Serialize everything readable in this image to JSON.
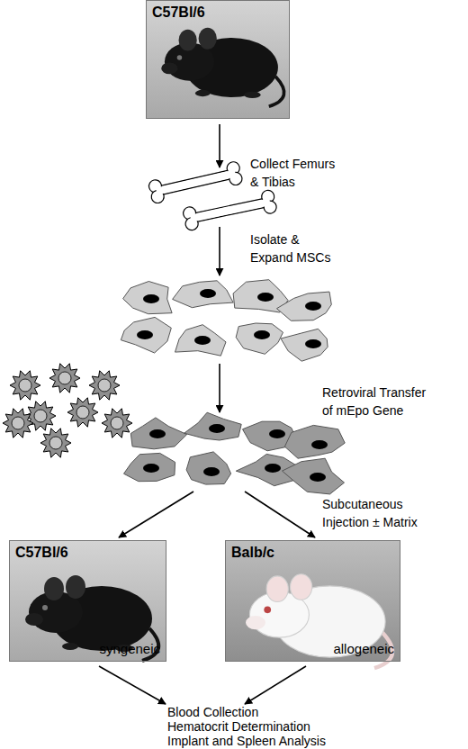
{
  "diagram": {
    "nodes": [
      {
        "text": [
          "C57Bl/6"
        ]
      },
      {
        "text": [
          "C57Bl/6",
          "syngeneic"
        ]
      },
      {
        "text": [
          "Balb/c",
          "allogeneic"
        ]
      }
    ],
    "labels": [
      "Collect Femurs & Tibias",
      "Isolate & Expand MSCs",
      "Retroviral Transfer of mEpo Gene",
      "Subcutaneous Injection ± Matrix",
      "Blood Collection Hematocrit Determination Implant and Spleen Analysis"
    ]
  }
}
